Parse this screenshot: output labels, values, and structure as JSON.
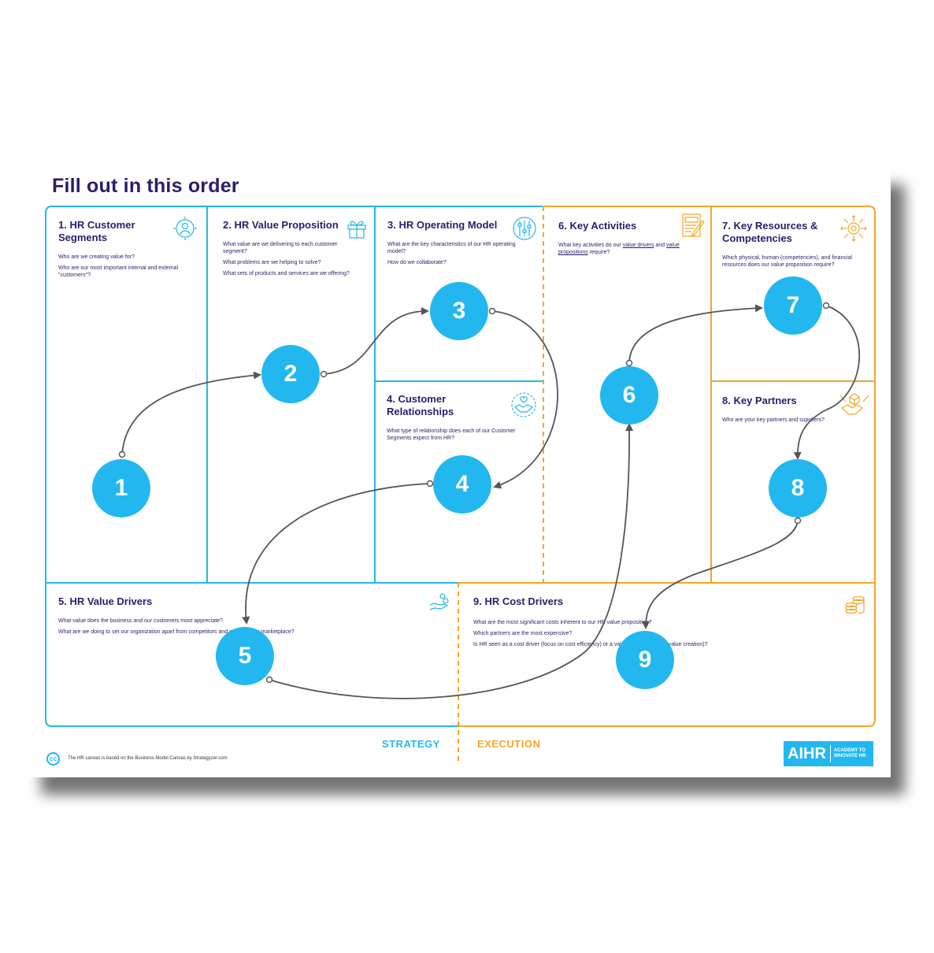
{
  "title": "Fill out in this order",
  "blocks": [
    {
      "title_lines": [
        "1. HR Customer",
        "Segments"
      ],
      "questions": [
        "Who are we creating value for?",
        "Who are our most important internal and external \"customers\"?"
      ]
    },
    {
      "title_lines": [
        "2. HR Value Proposition"
      ],
      "questions": [
        "What value are we delivering to each customer segment?",
        "What problems are we helping to solve?",
        "What sets of products and services are we offering?"
      ]
    },
    {
      "title_lines": [
        "3. HR Operating Model"
      ],
      "questions": [
        "What are the key characteristics of our HR operating model?",
        "How do we collaborate?"
      ]
    },
    {
      "title_lines": [
        "4. Customer",
        "Relationships"
      ],
      "questions": [
        "What type of relationship does each of our Customer Segments expect from HR?"
      ]
    },
    {
      "title_lines": [
        "5. HR Value Drivers"
      ],
      "questions": [
        "What value does the business and our customers most appreciate?",
        "What are we doing to set our organization apart from competitors and others in the marketplace?"
      ]
    },
    {
      "title_lines": [
        "6. Key Activities"
      ],
      "questions": [
        "What key activities do our",
        "value drivers",
        "and",
        "value propositions",
        "require?"
      ]
    },
    {
      "title_lines": [
        "7. Key Resources &",
        "Competencies"
      ],
      "questions": [
        "Which physical, human (competencies), and financial resources does our value proposition require?"
      ]
    },
    {
      "title_lines": [
        "8. Key Partners"
      ],
      "questions": [
        "Who are your key partners and suppliers?"
      ]
    },
    {
      "title_lines": [
        "9. HR Cost Drivers"
      ],
      "questions": [
        "What are the most significant costs inherent to our HR value proposition?",
        "Which partners are the most expensive?",
        "Is HR seen as a cost driver (focus on cost efficiency) or a value driver (focus on value creation)?"
      ]
    }
  ],
  "steps": [
    "1",
    "2",
    "3",
    "4",
    "5",
    "6",
    "7",
    "8",
    "9"
  ],
  "labels": {
    "strategy": "STRATEGY",
    "execution": "EXECUTION"
  },
  "footer": {
    "cc": "cc",
    "credit": "The HR canvas is based on the Business Model Canvas by Strategyzer.com"
  },
  "logo": {
    "main": "AIHR",
    "sub_line1": "ACADEMY TO",
    "sub_line2": "INNOVATE HR"
  },
  "icons": [
    "person-target-icon",
    "gift-icon",
    "sliders-icon",
    "handshake-heart-icon",
    "hand-coins-icon",
    "checklist-pencil-icon",
    "gear-arrows-icon",
    "handshake-box-icon",
    "coin-stack-icon"
  ],
  "colors": {
    "strategy_blue": "#22b8ef",
    "execution_orange": "#f5a623",
    "title_navy": "#2b1d6b",
    "connector_gray": "#555555"
  }
}
